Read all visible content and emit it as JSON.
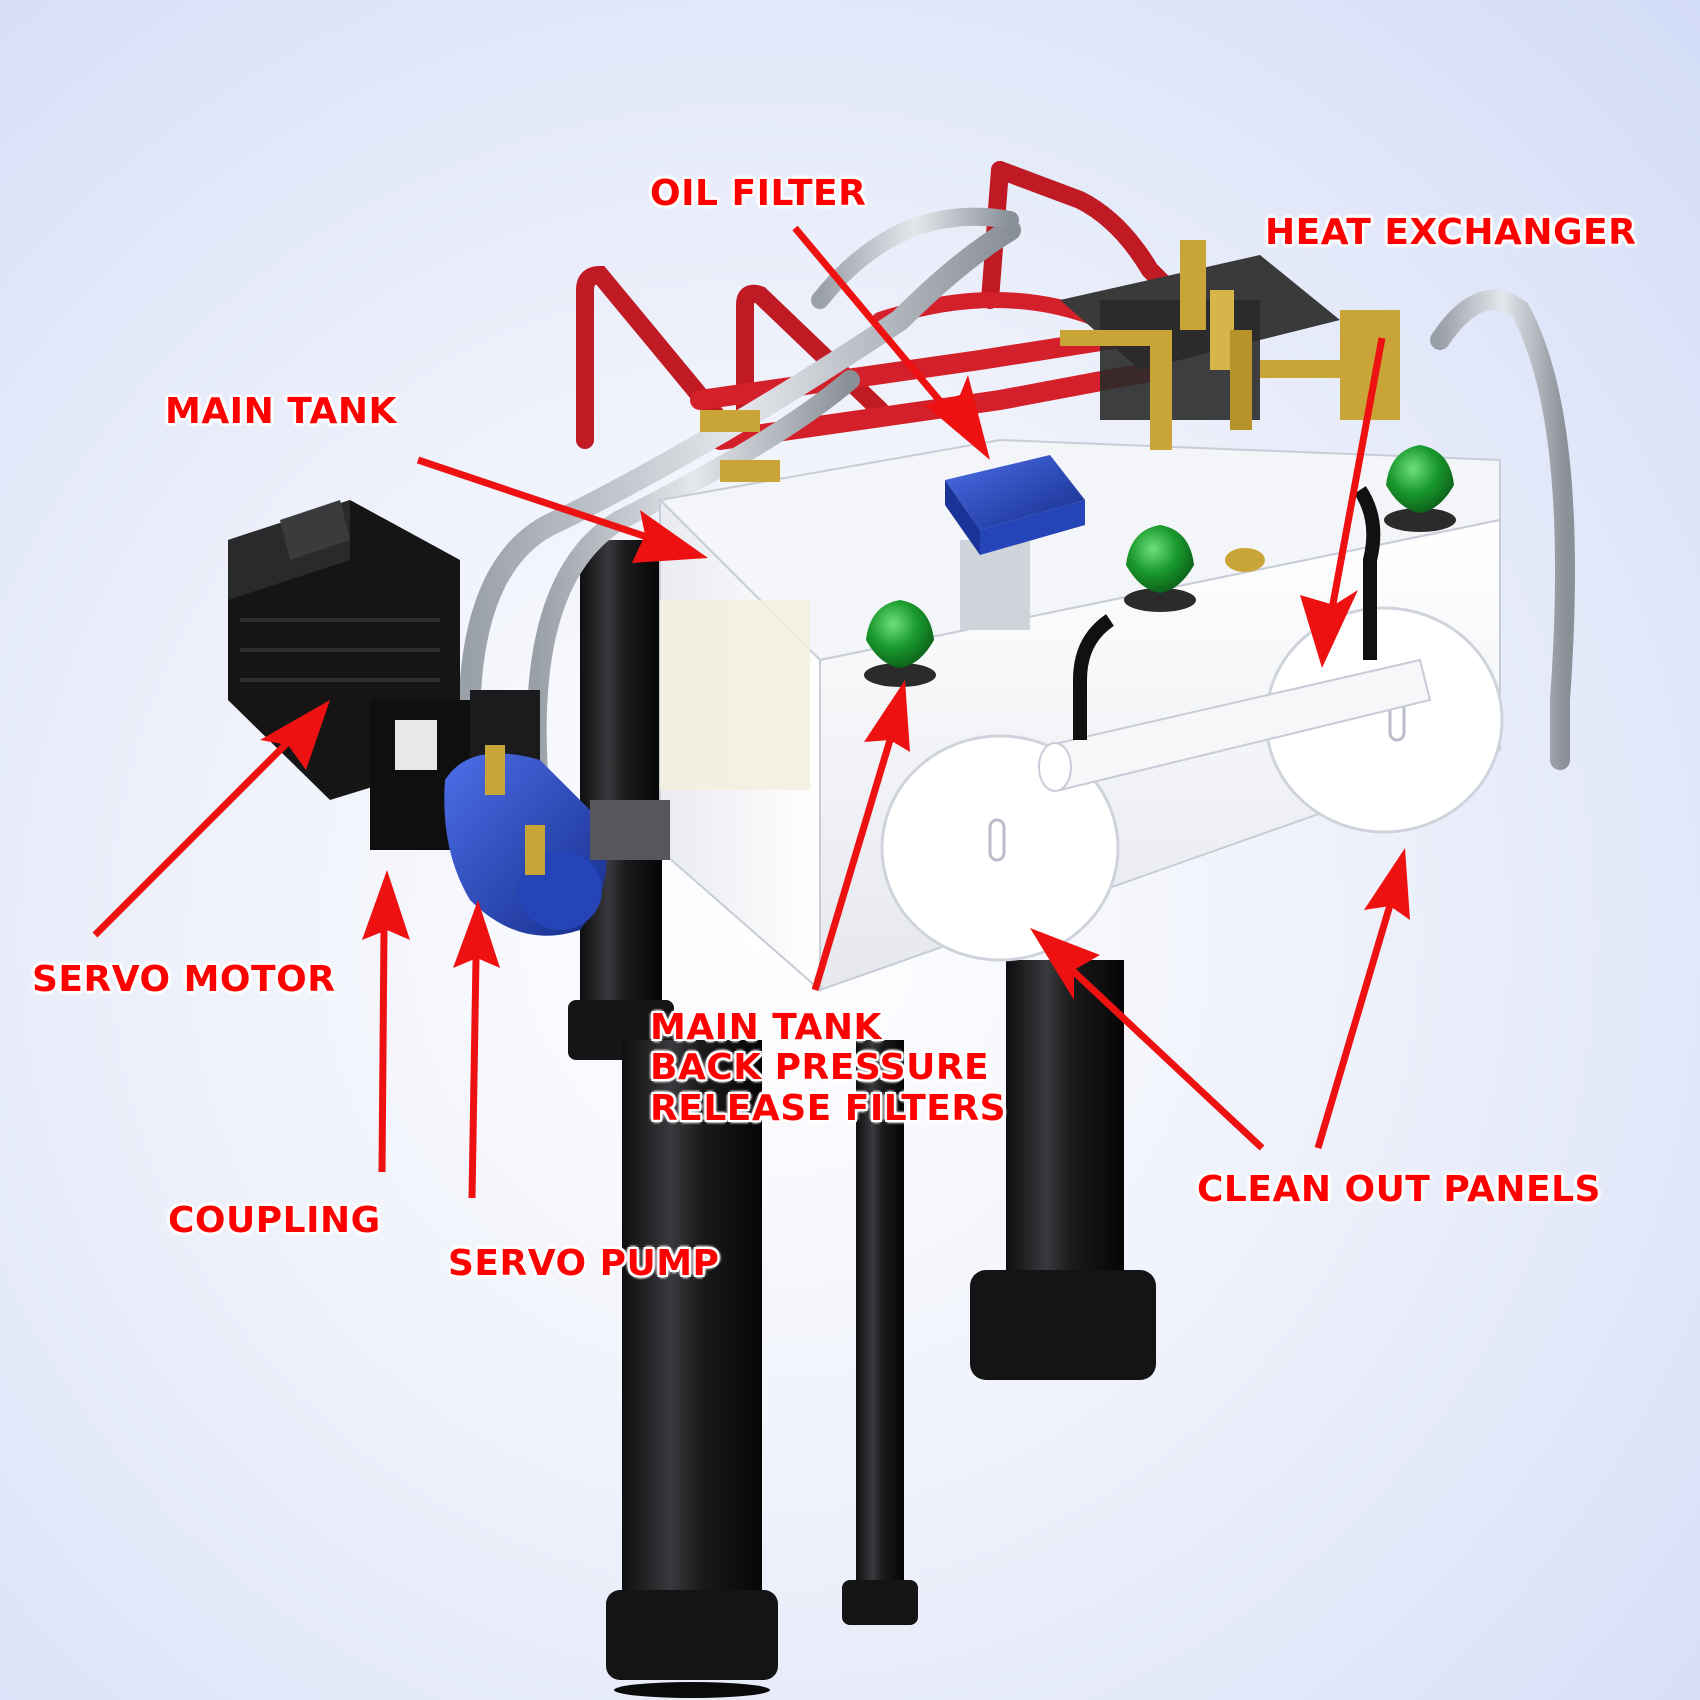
{
  "labels": {
    "oil_filter": "OIL FILTER",
    "heat_exchanger": "HEAT EXCHANGER",
    "main_tank": "MAIN TANK",
    "servo_motor": "SERVO MOTOR",
    "coupling": "COUPLING",
    "servo_pump": "SERVO PUMP",
    "back_pressure": {
      "line1": "MAIN TANK",
      "line2": "BACK PRESSURE",
      "line3": "RELEASE FILTERS"
    },
    "clean_out": "CLEAN OUT PANELS"
  },
  "colors": {
    "label_text": "#ff0000",
    "arrow": "#ee1111",
    "tank_body": "#ffffff",
    "pump": "#1f3fb8",
    "filter_cap": "#1a9a2e",
    "hose_red": "#d4202a",
    "brass": "#c9a437",
    "cylinder": "#1c1c1e"
  }
}
